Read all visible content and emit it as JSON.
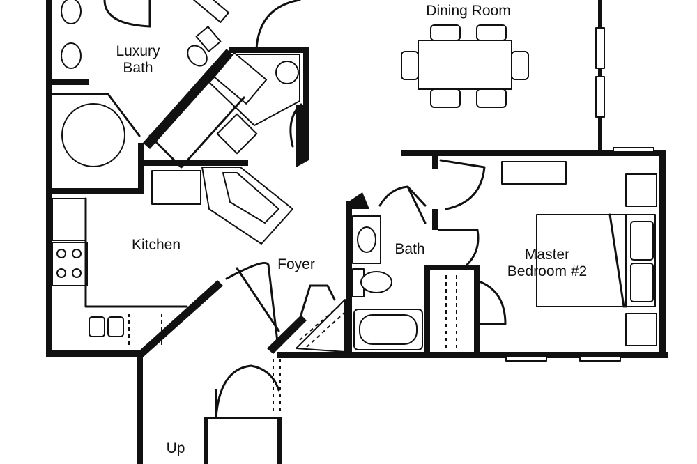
{
  "rooms": {
    "dining": "Dining Room",
    "luxury_bath_line1": "Luxury",
    "luxury_bath_line2": "Bath",
    "kitchen": "Kitchen",
    "foyer": "Foyer",
    "bath": "Bath",
    "master_line1": "Master",
    "master_line2": "Bedroom #2",
    "up": "Up"
  }
}
